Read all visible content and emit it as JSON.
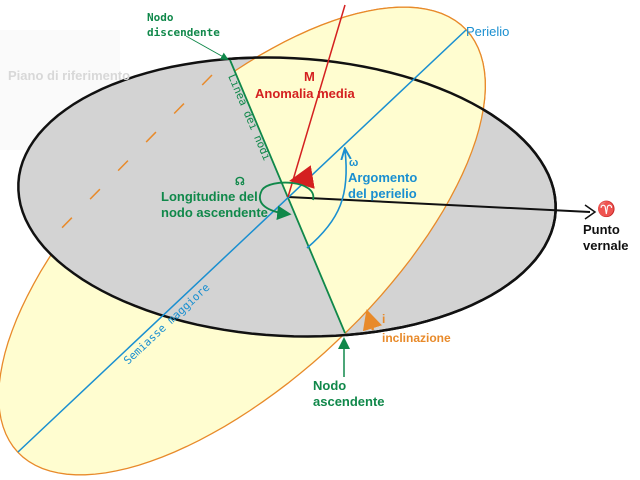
{
  "labels": {
    "reference_plane": "Piano di riferimento",
    "descending_node": [
      "Nodo",
      "discendente"
    ],
    "line_of_nodes": "Linea dei nodi",
    "mean_anomaly_symbol": "M",
    "mean_anomaly": "Anomalia media",
    "perihelion": "Perielio",
    "omega_symbol": "ω",
    "argument_of_perihelion": [
      "Argomento",
      "del perielio"
    ],
    "ascending_node_symbol": "☊",
    "longitude_ascending_node": [
      "Longitudine del",
      "nodo ascendente"
    ],
    "aries_symbol": "♈",
    "vernal_point": [
      "Punto",
      "vernale"
    ],
    "semimajor_axis": "Semiasse maggiore",
    "inclination_symbol": "i",
    "inclination": "inclinazione",
    "ascending_node": [
      "Nodo",
      "ascendente"
    ]
  },
  "colors": {
    "orbit_fill": "#fffdd0",
    "orbit_stroke": "#e88a2a",
    "plane_fill": "#d3d3d3",
    "green": "#10884a",
    "red": "#d42020",
    "blue": "#1a8fd0",
    "plane_label": "#d8d8d8"
  }
}
